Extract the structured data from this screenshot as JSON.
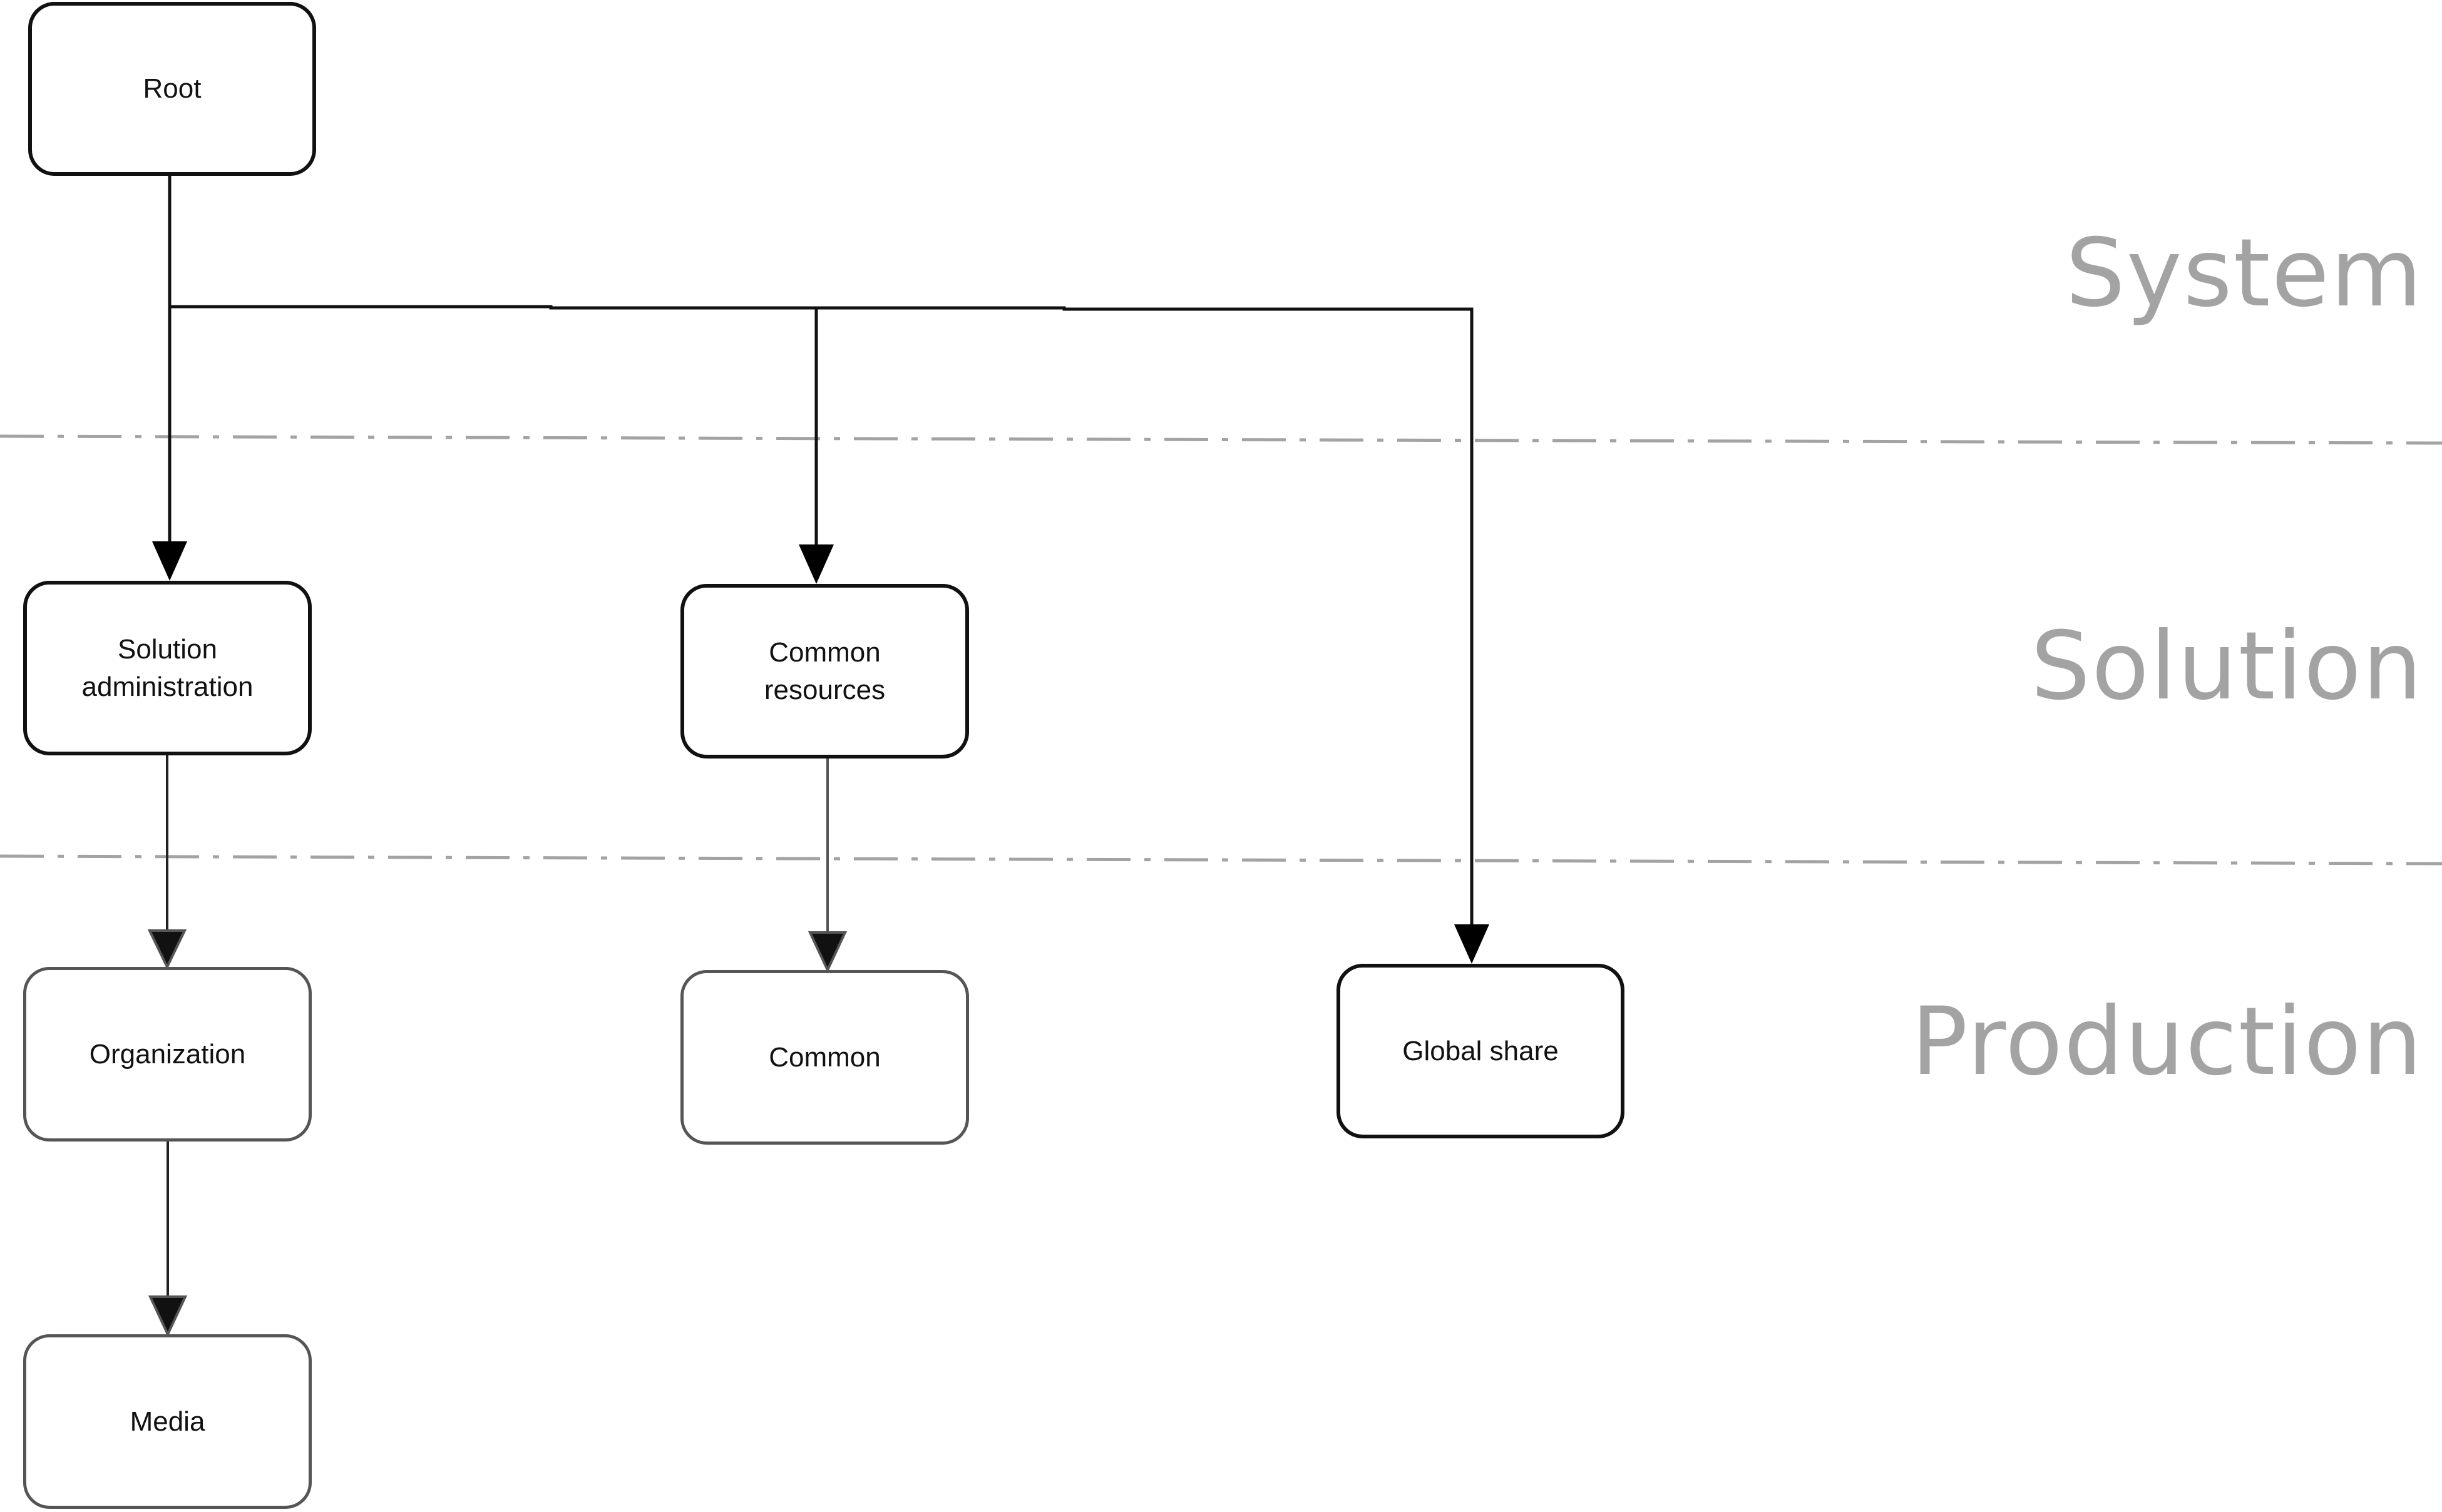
{
  "layers": [
    {
      "id": "system",
      "label": "System"
    },
    {
      "id": "solution",
      "label": "Solution"
    },
    {
      "id": "production",
      "label": "Production"
    }
  ],
  "nodes": {
    "root": {
      "label": "Root",
      "layer": "system"
    },
    "solution_administration": {
      "label_line1": "Solution",
      "label_line2": "administration",
      "layer": "solution"
    },
    "common_resources": {
      "label_line1": "Common",
      "label_line2": "resources",
      "layer": "solution"
    },
    "organization": {
      "label": "Organization",
      "layer": "production"
    },
    "common": {
      "label": "Common",
      "layer": "production"
    },
    "global_share": {
      "label": "Global share",
      "layer": "production"
    },
    "media": {
      "label": "Media",
      "layer": "production"
    }
  },
  "edges": [
    {
      "from": "Root",
      "to": "Solution administration"
    },
    {
      "from": "Root",
      "to": "Common resources"
    },
    {
      "from": "Root",
      "to": "Global share"
    },
    {
      "from": "Solution administration",
      "to": "Organization"
    },
    {
      "from": "Common resources",
      "to": "Common"
    },
    {
      "from": "Organization",
      "to": "Media"
    }
  ],
  "colors": {
    "line": "#111111",
    "grey_line": "#555555",
    "divider": "#a3a3a3",
    "label": "#a3a3a3"
  }
}
